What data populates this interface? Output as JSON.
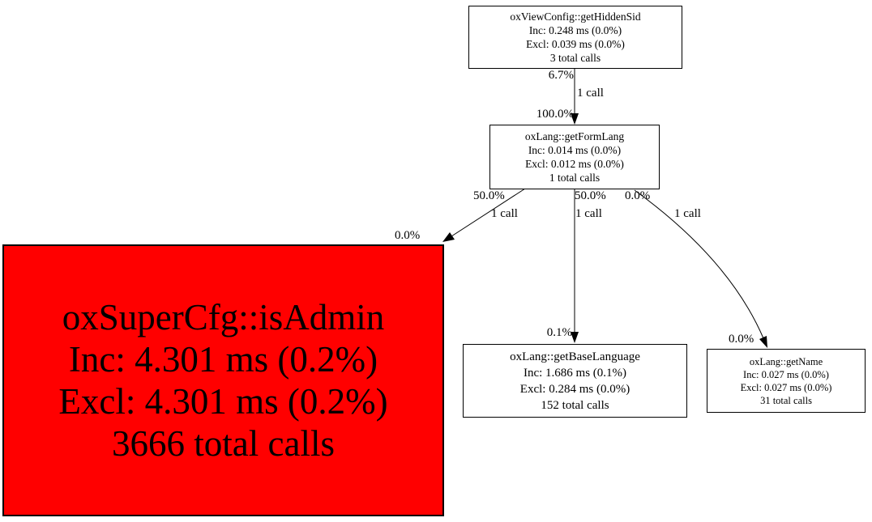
{
  "diagram": {
    "type": "profiler-call-graph",
    "background_color": "#ffffff",
    "node_border_color": "#000000",
    "hot_node_fill_color": "#ff0000",
    "nodes": {
      "getHiddenSid": {
        "title": "oxViewConfig::getHiddenSid",
        "inc": "Inc: 0.248 ms (0.0%)",
        "excl": "Excl: 0.039 ms (0.0%)",
        "calls": "3 total calls"
      },
      "getFormLang": {
        "title": "oxLang::getFormLang",
        "inc": "Inc: 0.014 ms (0.0%)",
        "excl": "Excl: 0.012 ms (0.0%)",
        "calls": "1 total calls"
      },
      "isAdmin": {
        "title": "oxSuperCfg::isAdmin",
        "inc": "Inc: 4.301 ms (0.2%)",
        "excl": "Excl: 4.301 ms (0.2%)",
        "calls": "3666 total calls"
      },
      "getBaseLanguage": {
        "title": "oxLang::getBaseLanguage",
        "inc": "Inc: 1.686 ms (0.1%)",
        "excl": "Excl: 0.284 ms (0.0%)",
        "calls": "152 total calls"
      },
      "getName": {
        "title": "oxLang::getName",
        "inc": "Inc: 0.027 ms (0.0%)",
        "excl": "Excl: 0.027 ms (0.0%)",
        "calls": "31 total calls"
      }
    },
    "edges": {
      "hiddenSid_to_formLang": {
        "source_pct": "6.7%",
        "calls": "1 call",
        "target_pct": "100.0%"
      },
      "formLang_to_isAdmin": {
        "source_pct": "50.0%",
        "calls": "1 call",
        "target_pct": "0.0%"
      },
      "formLang_to_baseLanguage": {
        "source_pct": "50.0%",
        "calls": "1 call",
        "target_pct": "0.1%"
      },
      "formLang_to_getName": {
        "source_pct": "0.0%",
        "calls": "1 call",
        "target_pct": "0.0%"
      }
    }
  }
}
